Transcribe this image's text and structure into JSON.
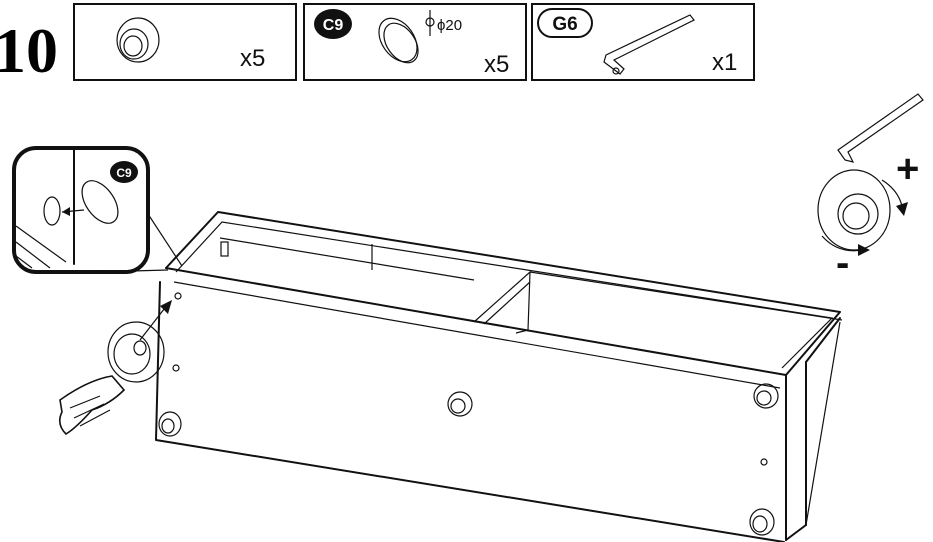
{
  "step_number": "10",
  "parts": [
    {
      "code": "",
      "quantity": "x5",
      "icon": "furniture-foot-icon"
    },
    {
      "code": "C9",
      "dimension": "ϕ20",
      "quantity": "x5",
      "icon": "cover-cap-icon"
    },
    {
      "code": "G6",
      "quantity": "x1",
      "icon": "allen-key-icon"
    }
  ],
  "detail": {
    "code": "C9"
  },
  "rotation": {
    "plus": "+",
    "minus": "-"
  }
}
